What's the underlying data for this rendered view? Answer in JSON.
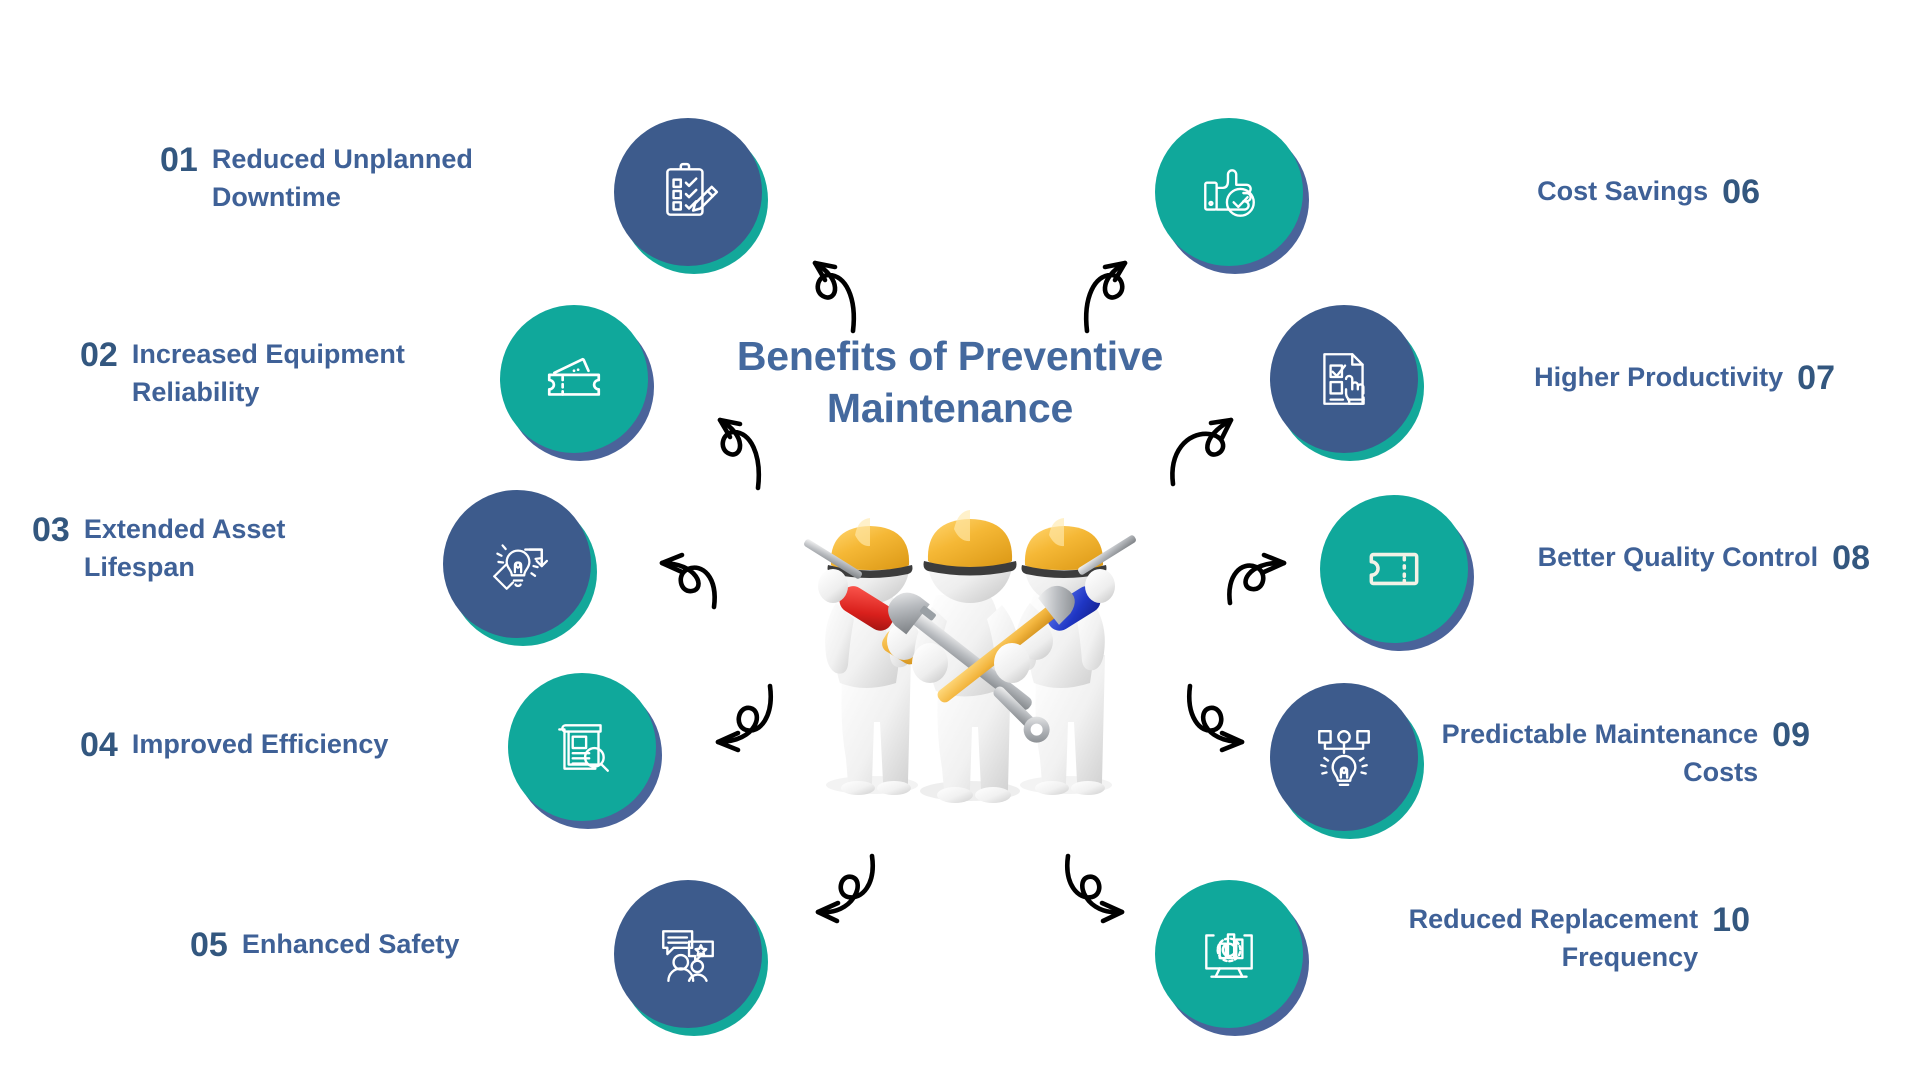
{
  "title": {
    "line1": "Benefits of Preventive",
    "line2": "Maintenance",
    "full": "Benefits of Preventive Maintenance"
  },
  "colors": {
    "navy": "#3d5b8c",
    "teal": "#10a89b",
    "text_blue": "#3f6197",
    "number_blue": "#33577f",
    "background": "#ffffff",
    "arrow": "#000000",
    "helmet_yellow": "#f2b735"
  },
  "center_illustration": {
    "name": "three-workers-with-tools",
    "description": "Three white 3D character figures wearing yellow hard hats holding tools",
    "figures": 3,
    "tools": [
      "screwdriver-red",
      "adjustable-wrench",
      "hammer",
      "screwdriver-blue",
      "wrench"
    ]
  },
  "items": [
    {
      "number": "01",
      "label": "Reduced Unplanned Downtime",
      "label_lines": [
        "Reduced Unplanned",
        "Downtime"
      ],
      "side": "left",
      "badge_color": "navy",
      "icon": "clipboard-checklist-pencil-icon"
    },
    {
      "number": "02",
      "label": "Increased Equipment Reliability",
      "label_lines": [
        "Increased Equipment",
        "Reliability"
      ],
      "side": "left",
      "badge_color": "teal",
      "icon": "tickets-icon"
    },
    {
      "number": "03",
      "label": "Extended Asset Lifespan",
      "label_lines": [
        "Extended Asset",
        "Lifespan"
      ],
      "side": "left",
      "badge_color": "navy",
      "icon": "lightbulb-arrow-icon"
    },
    {
      "number": "04",
      "label": "Improved Efficiency",
      "label_lines": [
        "Improved Efficiency"
      ],
      "side": "left",
      "badge_color": "teal",
      "icon": "document-magnifier-icon"
    },
    {
      "number": "05",
      "label": "Enhanced Safety",
      "label_lines": [
        "Enhanced Safety"
      ],
      "side": "left",
      "badge_color": "navy",
      "icon": "people-chat-review-icon"
    },
    {
      "number": "06",
      "label": "Cost Savings",
      "label_lines": [
        "Cost Savings"
      ],
      "side": "right",
      "badge_color": "teal",
      "icon": "thumbs-up-check-icon"
    },
    {
      "number": "07",
      "label": "Higher Productivity",
      "label_lines": [
        "Higher Productivity"
      ],
      "side": "right",
      "badge_color": "navy",
      "icon": "document-checkbox-hand-icon"
    },
    {
      "number": "08",
      "label": "Better Quality Control",
      "label_lines": [
        "Better Quality",
        "Control"
      ],
      "side": "right",
      "badge_color": "teal",
      "icon": "ticket-voucher-icon"
    },
    {
      "number": "09",
      "label": "Predictable Maintenance Costs",
      "label_lines": [
        "Predictable",
        "Maintenance Costs"
      ],
      "side": "right",
      "badge_color": "navy",
      "icon": "lightbulb-flowchart-icon"
    },
    {
      "number": "10",
      "label": "Reduced Replacement Frequency",
      "label_lines": [
        "Reduced Replacement",
        "Frequency"
      ],
      "side": "right",
      "badge_color": "teal",
      "icon": "monitor-chart-gear-icon"
    }
  ]
}
